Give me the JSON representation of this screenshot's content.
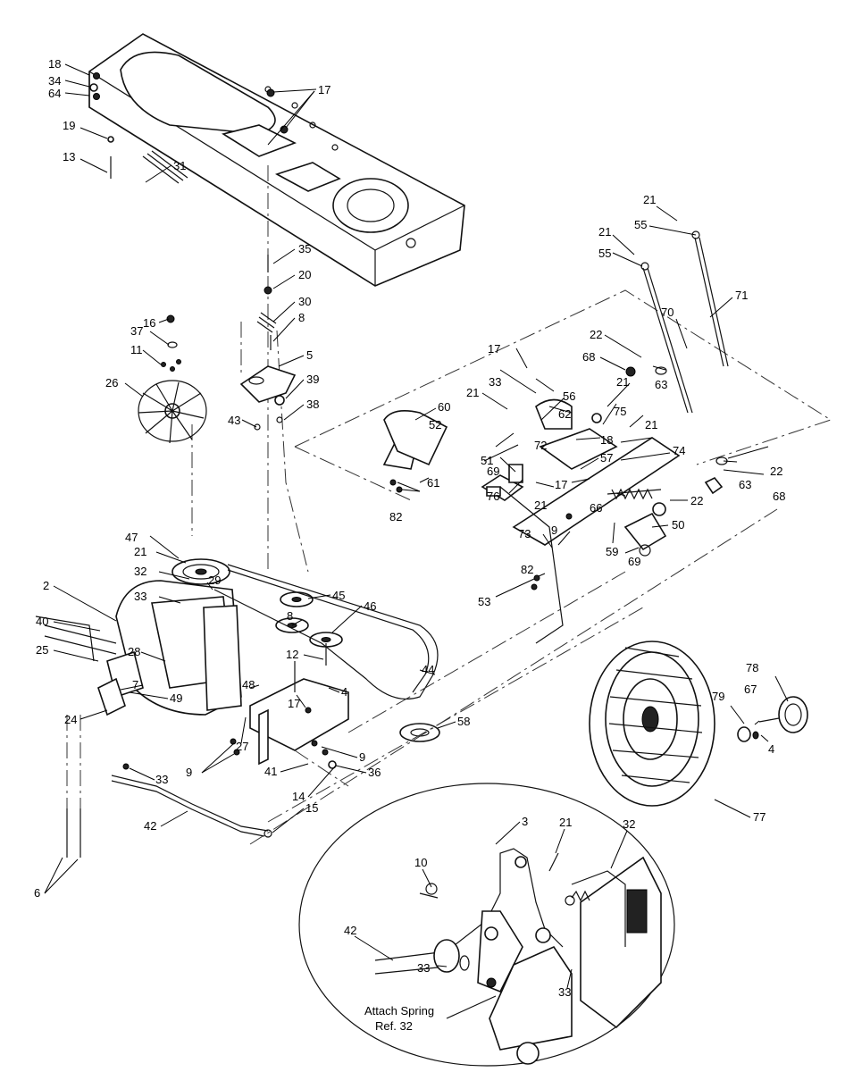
{
  "callouts": [
    {
      "id": "c18a",
      "label": "18"
    },
    {
      "id": "c34",
      "label": "34"
    },
    {
      "id": "c64",
      "label": "64"
    },
    {
      "id": "c17a",
      "label": "17"
    },
    {
      "id": "c19",
      "label": "19"
    },
    {
      "id": "c13",
      "label": "13"
    },
    {
      "id": "c31",
      "label": "31"
    },
    {
      "id": "c21a",
      "label": "21"
    },
    {
      "id": "c55a",
      "label": "55"
    },
    {
      "id": "c21b",
      "label": "21"
    },
    {
      "id": "c55b",
      "label": "55"
    },
    {
      "id": "c35",
      "label": "35"
    },
    {
      "id": "c20",
      "label": "20"
    },
    {
      "id": "c30",
      "label": "30"
    },
    {
      "id": "c8a",
      "label": "8"
    },
    {
      "id": "c16",
      "label": "16"
    },
    {
      "id": "c70",
      "label": "70"
    },
    {
      "id": "c71",
      "label": "71"
    },
    {
      "id": "c37",
      "label": "37"
    },
    {
      "id": "c11",
      "label": "11"
    },
    {
      "id": "c5",
      "label": "5"
    },
    {
      "id": "c22a",
      "label": "22"
    },
    {
      "id": "c39",
      "label": "39"
    },
    {
      "id": "c17b",
      "label": "17"
    },
    {
      "id": "c68a",
      "label": "68"
    },
    {
      "id": "c63a",
      "label": "63"
    },
    {
      "id": "c26",
      "label": "26"
    },
    {
      "id": "c38",
      "label": "38"
    },
    {
      "id": "c33a",
      "label": "33"
    },
    {
      "id": "c56",
      "label": "56"
    },
    {
      "id": "c21c",
      "label": "21"
    },
    {
      "id": "c43",
      "label": "43"
    },
    {
      "id": "c60",
      "label": "60"
    },
    {
      "id": "c21d",
      "label": "21"
    },
    {
      "id": "c62",
      "label": "62"
    },
    {
      "id": "c75",
      "label": "75"
    },
    {
      "id": "c52",
      "label": "52"
    },
    {
      "id": "c72",
      "label": "72"
    },
    {
      "id": "c21e",
      "label": "21"
    },
    {
      "id": "c18b",
      "label": "18"
    },
    {
      "id": "c74",
      "label": "74"
    },
    {
      "id": "c51",
      "label": "51"
    },
    {
      "id": "c69a",
      "label": "69"
    },
    {
      "id": "c57",
      "label": "57"
    },
    {
      "id": "c22b",
      "label": "22"
    },
    {
      "id": "c63b",
      "label": "63"
    },
    {
      "id": "c17c",
      "label": "17"
    },
    {
      "id": "c61",
      "label": "61"
    },
    {
      "id": "c76",
      "label": "76"
    },
    {
      "id": "c82a",
      "label": "82"
    },
    {
      "id": "c66",
      "label": "66"
    },
    {
      "id": "c68b",
      "label": "68"
    },
    {
      "id": "c21f",
      "label": "21"
    },
    {
      "id": "c22c",
      "label": "22"
    },
    {
      "id": "c9a",
      "label": "9"
    },
    {
      "id": "c50",
      "label": "50"
    },
    {
      "id": "c47",
      "label": "47"
    },
    {
      "id": "c73",
      "label": "73"
    },
    {
      "id": "c21g",
      "label": "21"
    },
    {
      "id": "c82b",
      "label": "82"
    },
    {
      "id": "c59",
      "label": "59"
    },
    {
      "id": "c69b",
      "label": "69"
    },
    {
      "id": "c53",
      "label": "53"
    },
    {
      "id": "c32a",
      "label": "32"
    },
    {
      "id": "c29",
      "label": "29"
    },
    {
      "id": "c33b",
      "label": "33"
    },
    {
      "id": "c2",
      "label": "2"
    },
    {
      "id": "c45",
      "label": "45"
    },
    {
      "id": "c46",
      "label": "46"
    },
    {
      "id": "c8b",
      "label": "8"
    },
    {
      "id": "c40",
      "label": "40"
    },
    {
      "id": "c12",
      "label": "12"
    },
    {
      "id": "c28",
      "label": "28"
    },
    {
      "id": "c78",
      "label": "78"
    },
    {
      "id": "c25",
      "label": "25"
    },
    {
      "id": "c17d",
      "label": "17"
    },
    {
      "id": "c44",
      "label": "44"
    },
    {
      "id": "c79",
      "label": "79"
    },
    {
      "id": "c67",
      "label": "67"
    },
    {
      "id": "c48",
      "label": "48"
    },
    {
      "id": "c4a",
      "label": "4"
    },
    {
      "id": "c4b",
      "label": "4"
    },
    {
      "id": "c7",
      "label": "7"
    },
    {
      "id": "c24",
      "label": "24"
    },
    {
      "id": "c49",
      "label": "49"
    },
    {
      "id": "c27",
      "label": "27"
    },
    {
      "id": "c58",
      "label": "58"
    },
    {
      "id": "c9b",
      "label": "9"
    },
    {
      "id": "c36",
      "label": "36"
    },
    {
      "id": "c33c",
      "label": "33"
    },
    {
      "id": "c9c",
      "label": "9"
    },
    {
      "id": "c41",
      "label": "41"
    },
    {
      "id": "c14",
      "label": "14"
    },
    {
      "id": "c77",
      "label": "77"
    },
    {
      "id": "c42a",
      "label": "42"
    },
    {
      "id": "c15",
      "label": "15"
    },
    {
      "id": "c3",
      "label": "3"
    },
    {
      "id": "c6",
      "label": "6"
    },
    {
      "id": "c10",
      "label": "10"
    },
    {
      "id": "c21h",
      "label": "21"
    },
    {
      "id": "c32b",
      "label": "32"
    },
    {
      "id": "c42b",
      "label": "42"
    },
    {
      "id": "c33d",
      "label": "33"
    },
    {
      "id": "c33e",
      "label": "33"
    }
  ],
  "detail_note": {
    "line1": "Attach Spring",
    "line2": "Ref. 32"
  }
}
